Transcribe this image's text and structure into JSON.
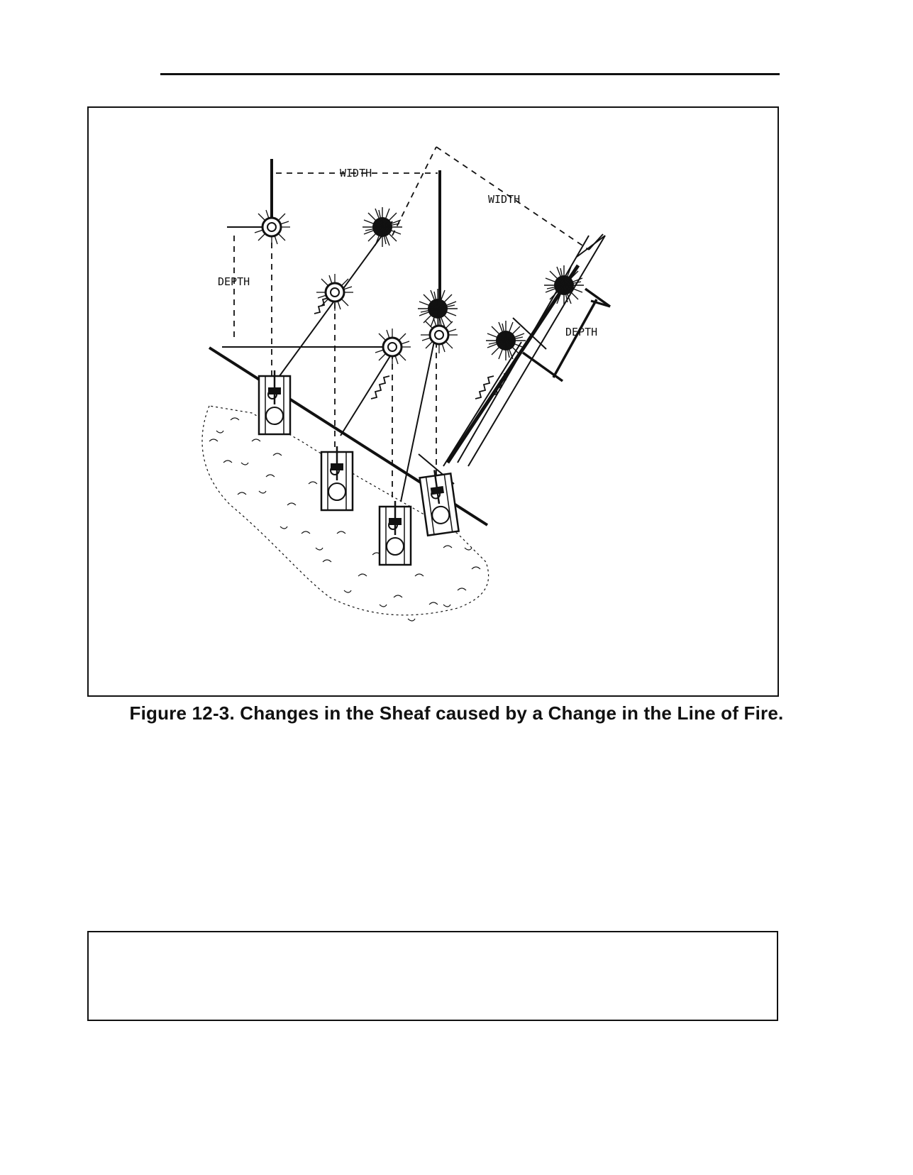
{
  "figure": {
    "caption": "Figure 12-3. Changes in the Sheaf caused by a Change in the Line of Fire.",
    "labels": {
      "width_left": "WIDTH",
      "width_right": "WIDTH",
      "depth_left": "DEPTH",
      "depth_right": "DEPTH"
    }
  },
  "colors": {
    "ink": "#111111",
    "paper": "#ffffff"
  },
  "icons": [
    "burst-icon",
    "tank-icon",
    "rubble-texture"
  ]
}
